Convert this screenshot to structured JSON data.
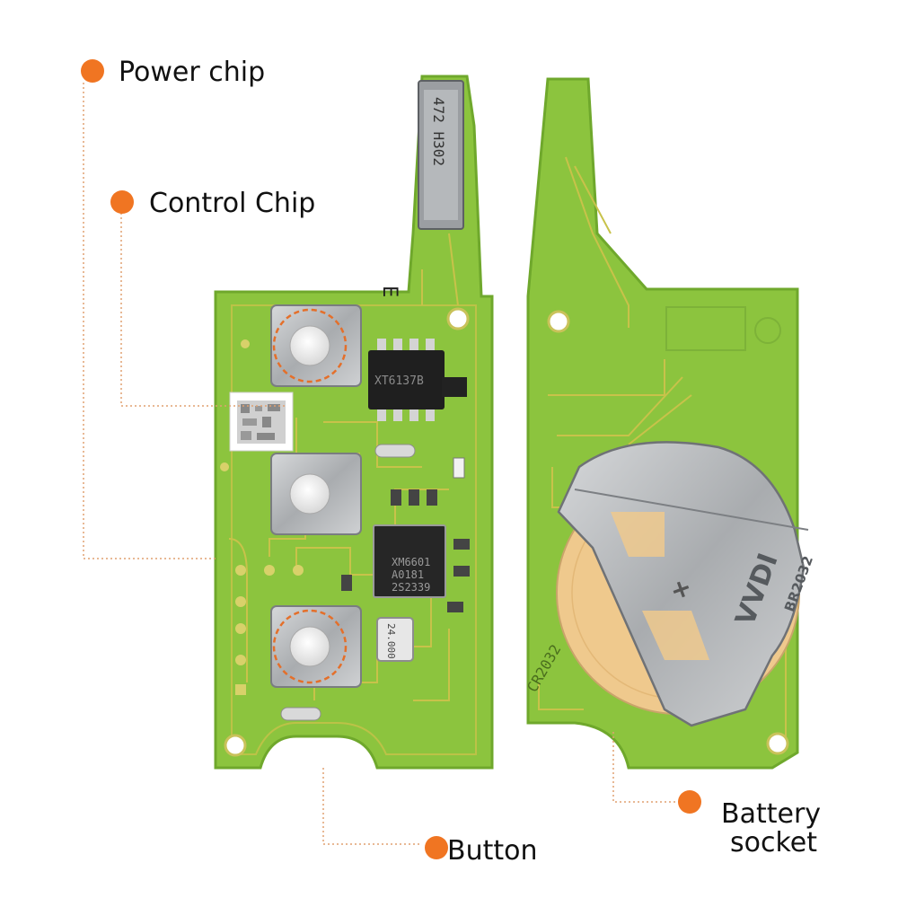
{
  "callouts": {
    "power_chip": "Power chip",
    "control_chip": "Control Chip",
    "button": "Button",
    "battery_socket_line1": "Battery",
    "battery_socket_line2": "socket"
  },
  "board_left": {
    "connector_marking": "472 H302",
    "chip_top_marking": "XT6137B",
    "chip_main_line1": "XM6601",
    "chip_main_line2": "A0181",
    "chip_main_line3": "2S2339",
    "crystal_marking": "24.000",
    "edge_mark": "E"
  },
  "board_right": {
    "silk_label": "CR2032",
    "battery_brand": "VVDI",
    "battery_model": "BR2032",
    "polarity": "+"
  },
  "colors": {
    "pcb_green": "#8cc43e",
    "pcb_edge": "#6fa82c",
    "trace": "#c8c24a",
    "callout_dot": "#f07522",
    "leader_line": "#e0a070",
    "metal": "#b8bbbe"
  }
}
